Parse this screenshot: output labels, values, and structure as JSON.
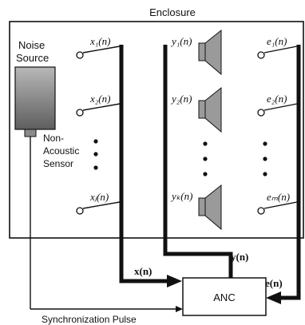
{
  "enclosure": {
    "title": "Enclosure"
  },
  "noise_source": {
    "label_line1": "Noise",
    "label_line2": "Source"
  },
  "sensor": {
    "label_line1": "Non-",
    "label_line2": "Acoustic",
    "label_line3": "Sensor"
  },
  "reference_mics": [
    {
      "label": "x₁(n)"
    },
    {
      "label": "x₂(n)"
    },
    {
      "label": "xⱼ(n)"
    }
  ],
  "speakers": [
    {
      "label": "y₁(n)"
    },
    {
      "label": "y₂(n)"
    },
    {
      "label": "yₖ(n)"
    }
  ],
  "error_mics": [
    {
      "label": "e₁(n)"
    },
    {
      "label": "e₂(n)"
    },
    {
      "label": "eₘ(n)"
    }
  ],
  "signals": {
    "x": "x(n)",
    "y": "y(n)",
    "e": "e(n)"
  },
  "anc": {
    "label": "ANC"
  },
  "sync": {
    "label": "Synchronization Pulse"
  },
  "colors": {
    "line": "#111111",
    "source_top": "#b5b5b5",
    "source_bottom": "#6a6a6a",
    "speaker_fill": "#9a9a9a"
  }
}
